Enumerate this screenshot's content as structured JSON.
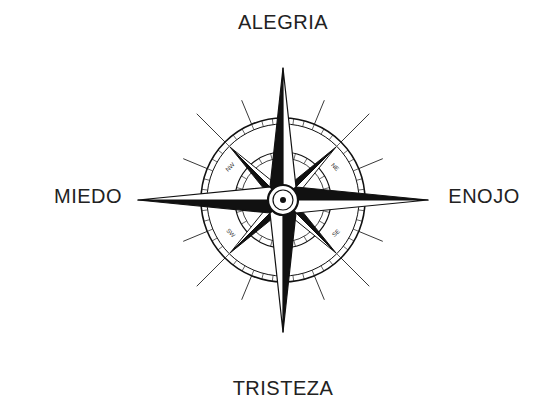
{
  "diagram": {
    "labels": [
      "ALEGRIA",
      "MIEDO",
      "ENOJO",
      "TRISTEZA",
      "NW",
      "NE",
      "SE",
      "SW"
    ]
  }
}
